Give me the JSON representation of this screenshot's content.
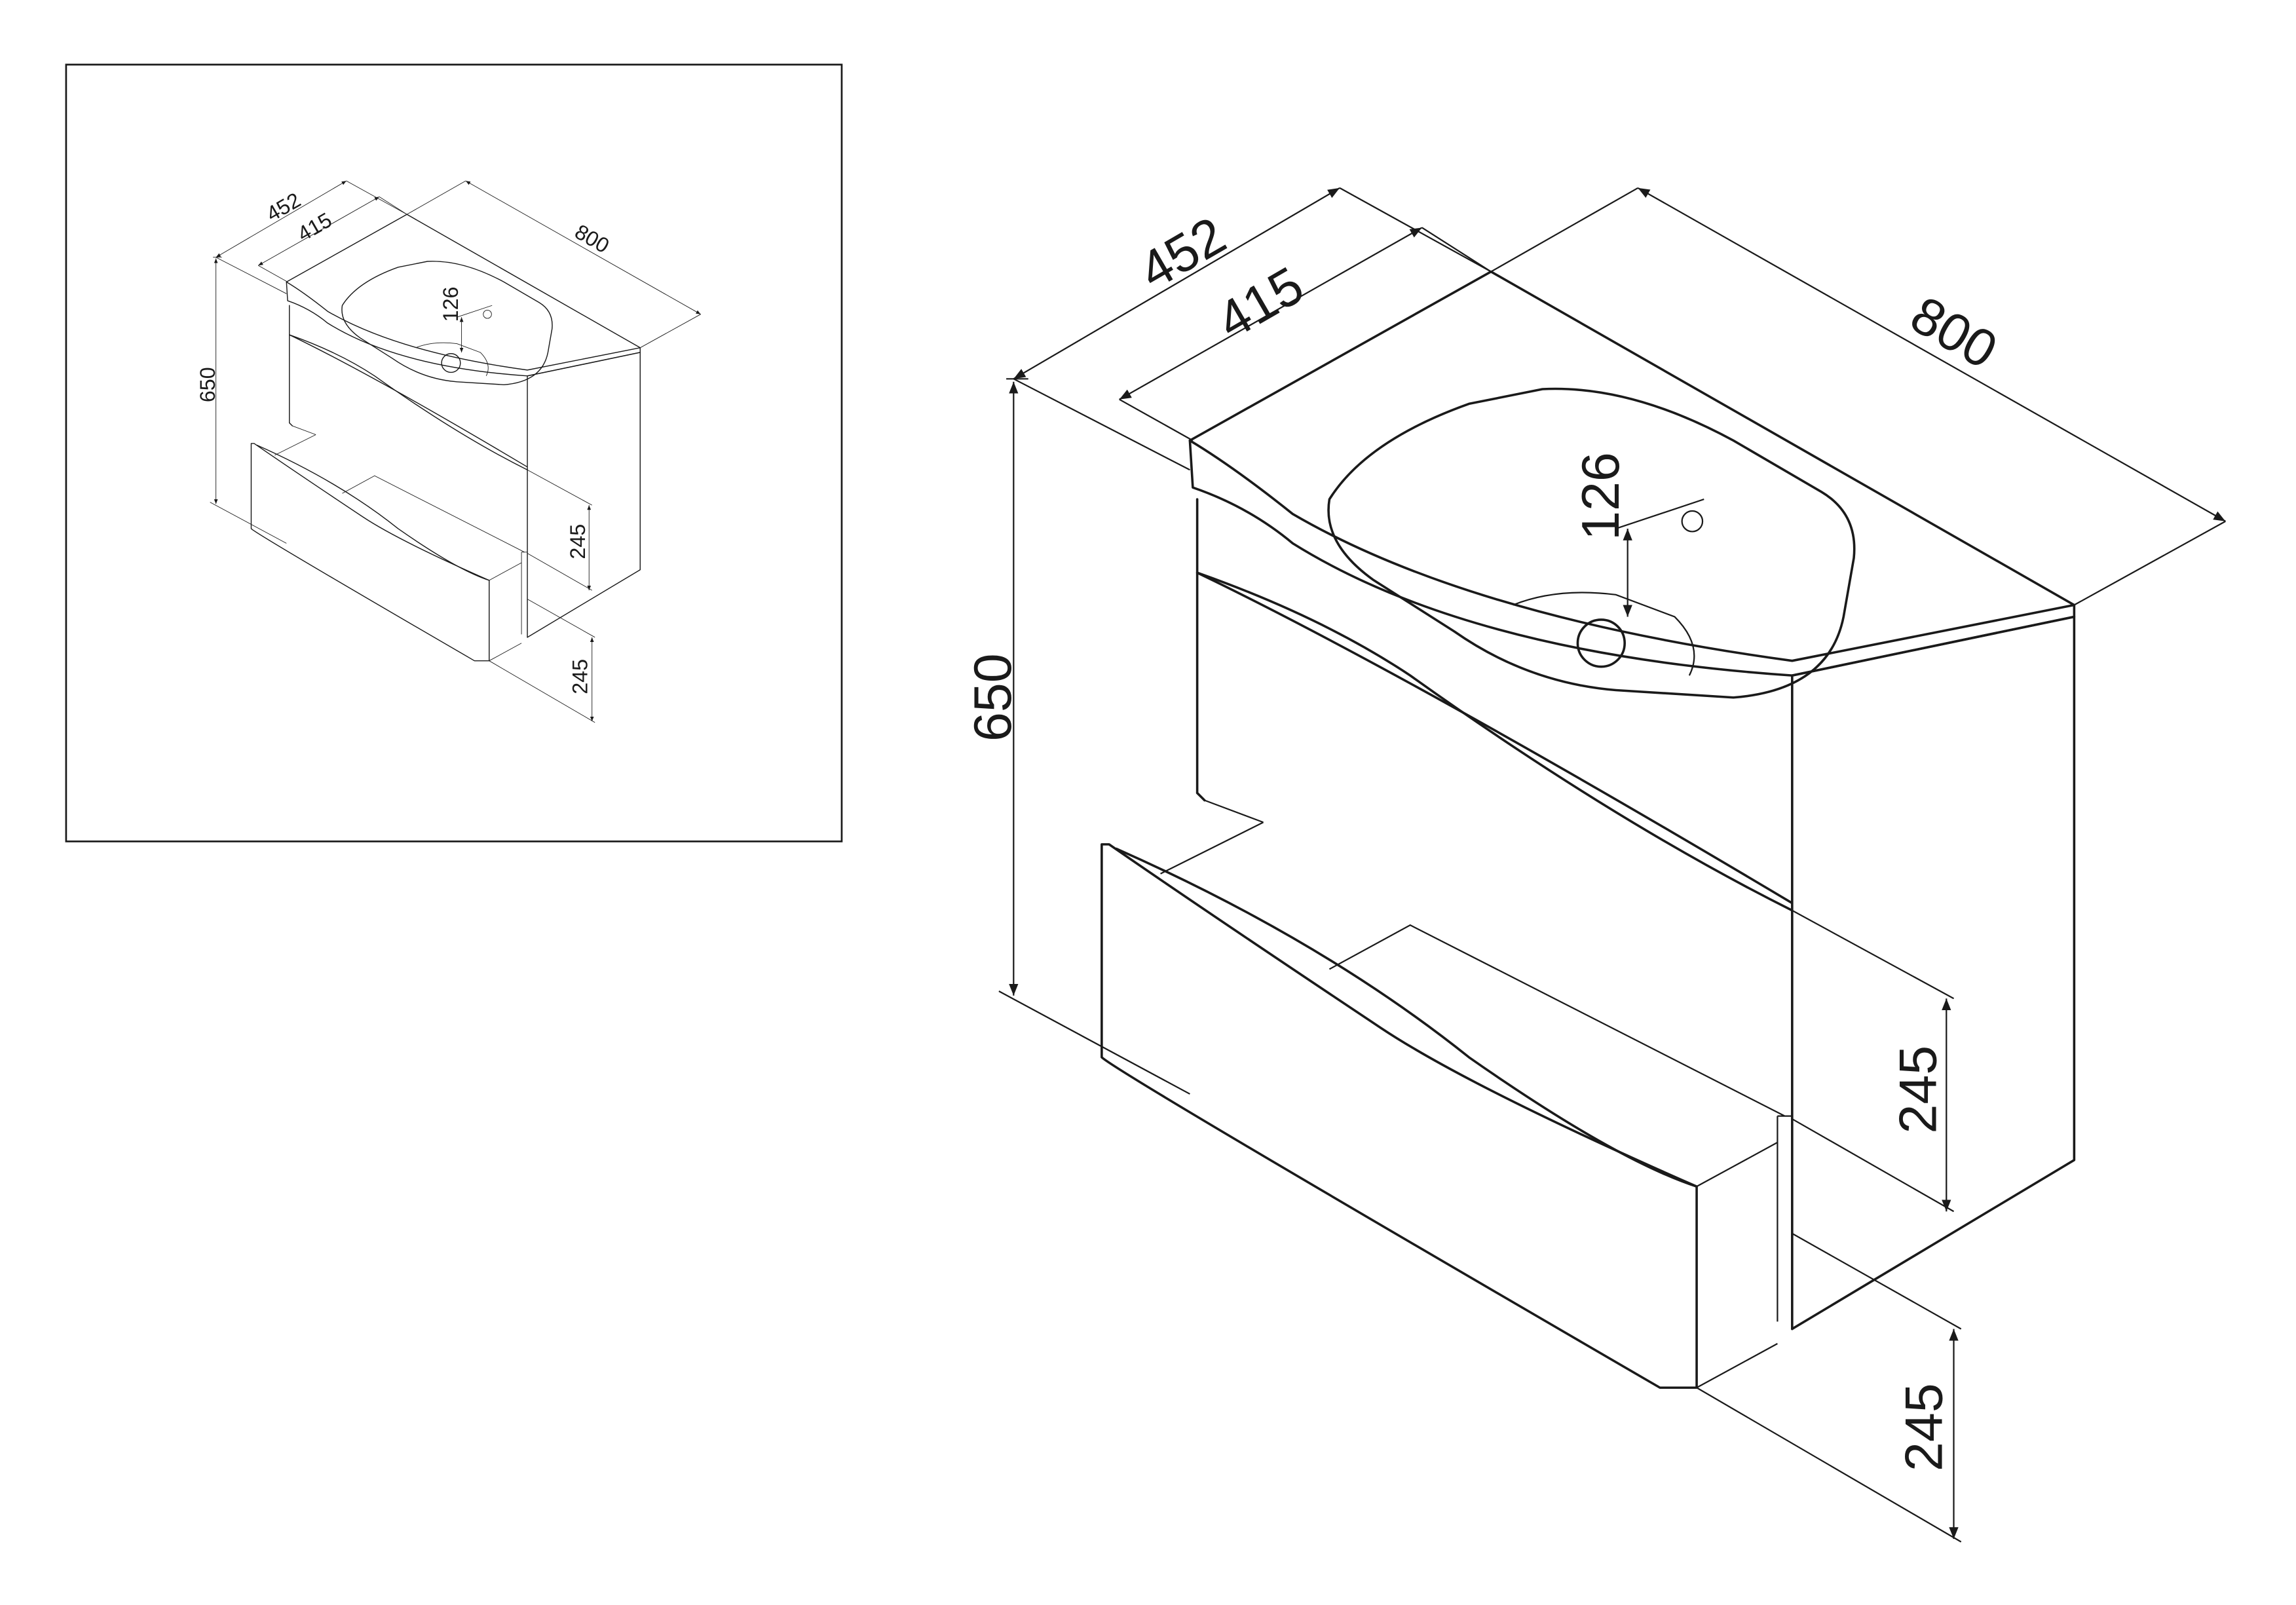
{
  "drawing": {
    "dimensions": {
      "overall_depth": "452",
      "basin_depth": "415",
      "width": "800",
      "height": "650",
      "basin_height": "126",
      "upper_drawer_height": "245",
      "lower_drawer_height": "245"
    },
    "colors": {
      "line": "#1a1a1a",
      "background": "#ffffff"
    }
  }
}
